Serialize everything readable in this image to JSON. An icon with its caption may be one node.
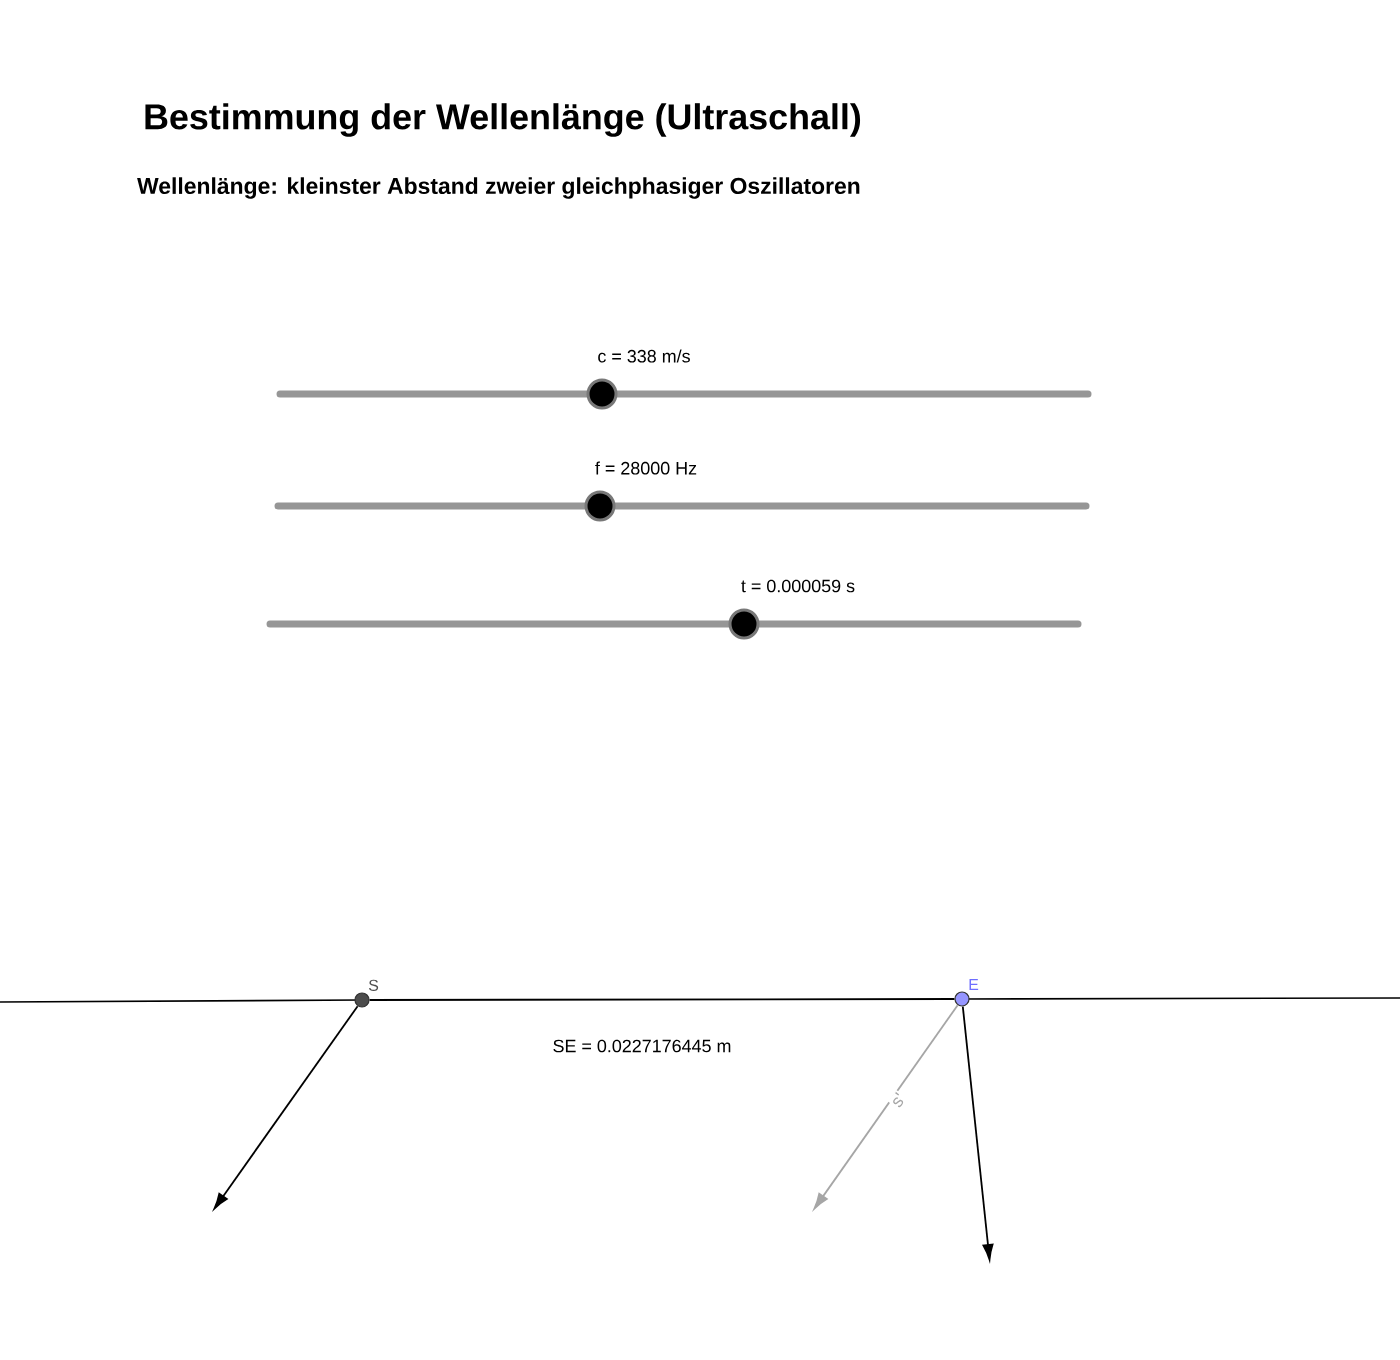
{
  "diagram": {
    "title": "Bestimmung der Wellenlänge (Ultraschall)",
    "caption": "Wellenlänge: kleinster Abstand zweier gleichphasiger Oszillatoren",
    "nodes": [
      {
        "text": [
          "S"
        ]
      },
      {
        "text": [
          "E"
        ]
      }
    ],
    "edges": [
      {
        "from": 0,
        "to": 1,
        "arrow": "none"
      },
      {
        "from": 0,
        "to": null,
        "arrow": "to"
      },
      {
        "from": 1,
        "to": null,
        "arrow": "to",
        "label": "s'",
        "color": "#a6a6a6"
      },
      {
        "from": 1,
        "to": null,
        "arrow": "to"
      }
    ],
    "labels": [
      "c = 338 m/s",
      "f = 28000 Hz",
      "t = 0.000059 s",
      "SE = 0.0227176445 m"
    ]
  }
}
